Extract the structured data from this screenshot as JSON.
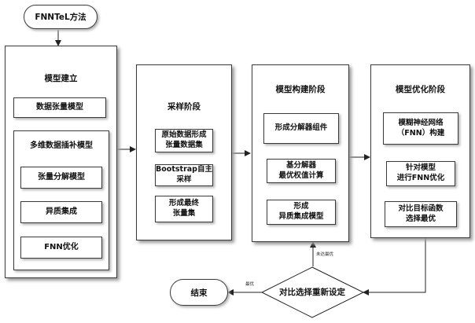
{
  "start": {
    "label": "FNNTeL方法"
  },
  "model_building": {
    "title": "模型建立",
    "tensor_model": "数据张量模型",
    "imputation": {
      "title": "多维数据插补模型",
      "items": [
        "张量分解模型",
        "异质集成",
        "FNN优化"
      ]
    }
  },
  "sampling": {
    "title": "采样阶段",
    "steps": [
      "原始数据形成\n张量数据集",
      "Bootstrap自主\n采样",
      "形成最终\n张量集"
    ]
  },
  "model_construction": {
    "title": "模型构建阶段",
    "steps": [
      "形成分解器组件",
      "基分解器\n最优权值计算",
      "形成\n异质集成模型"
    ]
  },
  "model_optimization": {
    "title": "模型优化阶段",
    "steps": [
      "模糊神经网络\n（FNN）构建",
      "针对模型\n进行FNN优化",
      "对比目标函数\n选择最优"
    ]
  },
  "decision": {
    "label": "对比选择重新设定",
    "not_optimal_label": "未达最优",
    "optimal_label": "最优"
  },
  "end": {
    "label": "结束"
  }
}
